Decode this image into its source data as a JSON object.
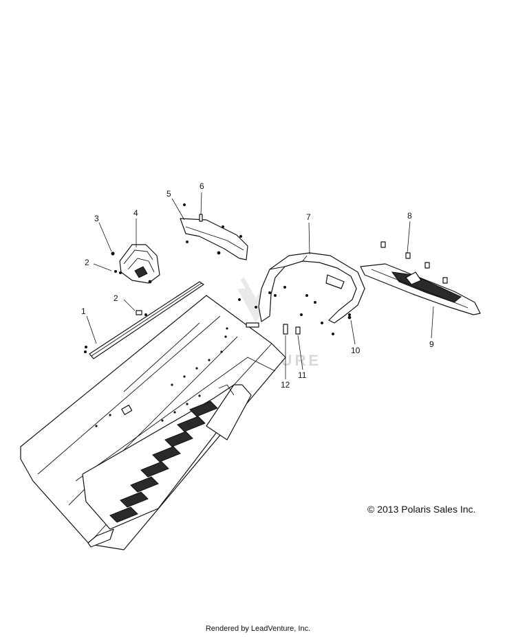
{
  "callouts": [
    "1",
    "2",
    "2",
    "3",
    "4",
    "5",
    "6",
    "7",
    "8",
    "9",
    "10",
    "11",
    "12"
  ],
  "copyright": "© 2013 Polaris Sales Inc.",
  "rendered_by": "Rendered by LeadVenture, Inc.",
  "watermark": "LEADVENTURE"
}
